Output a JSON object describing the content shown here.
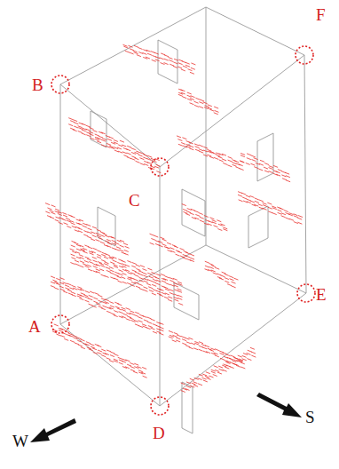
{
  "diagram": {
    "labels": [
      "F",
      "B",
      "C",
      "E",
      "A",
      "D",
      "W",
      "S"
    ]
  }
}
